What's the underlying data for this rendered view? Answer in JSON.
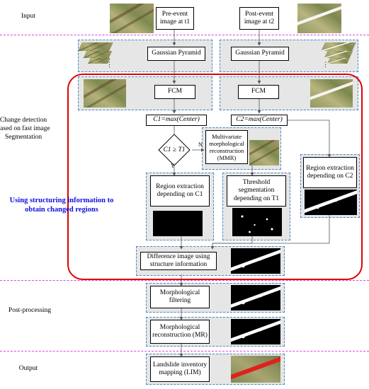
{
  "stages": {
    "input": "Input",
    "change_detection": "Change detection based on fast image Segmentation",
    "post_processing": "Post-processing",
    "output": "Output"
  },
  "side_note": "Using structuring information to obtain changed regions",
  "boxes": {
    "pre_event": "Pre-event image at t1",
    "post_event": "Post-event image at t2",
    "gp_left": "Gaussian Pyramid",
    "gp_right": "Gaussian Pyramid",
    "fcm_left": "FCM",
    "fcm_right": "FCM",
    "c1": "C1=max(Center)",
    "c2": "C2=max(Center)",
    "decision": "C1 ≥ T1",
    "decision_no": "N",
    "decision_yes": "Y",
    "mmr": "Multivariate morphological reconstruction (MMR)",
    "region_c1": "Region extraction depending on C1",
    "threshold_t1": "Threshold segmentation depending on T1",
    "region_c2": "Region extraction depending on C2",
    "difference": "Difference image using structure information",
    "morph_filter": "Morphological filtering",
    "morph_recon": "Morphological reconstruction (MR)",
    "lim": "Landslide inventory mapping (LIM)"
  },
  "colors": {
    "dashed_box": "#4a86c5",
    "stage_divider": "#e040e0",
    "highlight_border": "#e00000",
    "side_note": "#1010e0"
  }
}
